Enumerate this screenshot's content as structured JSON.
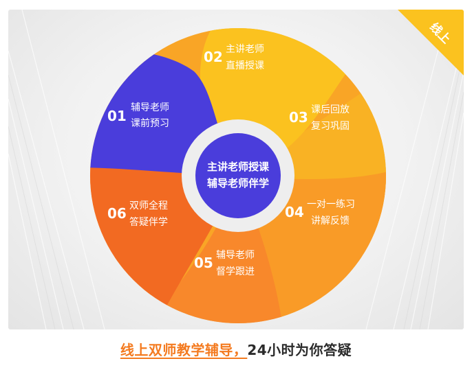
{
  "corner_badge": "线上",
  "center_label": [
    "主讲老师授课",
    "辅导老师伴学"
  ],
  "segments": [
    {
      "number": "01",
      "lines": [
        "辅导老师",
        "课前预习"
      ],
      "color": "#4a3ddb"
    },
    {
      "number": "02",
      "lines": [
        "主讲老师",
        "直播授课"
      ],
      "color": "#fbc21f"
    },
    {
      "number": "03",
      "lines": [
        "课后回放",
        "复习巩固"
      ],
      "color": "#f9b224"
    },
    {
      "number": "04",
      "lines": [
        "一对一练习",
        "讲解反馈"
      ],
      "color": "#f99b27"
    },
    {
      "number": "05",
      "lines": [
        "辅导老师",
        "督学跟进"
      ],
      "color": "#f8882b"
    },
    {
      "number": "06",
      "lines": [
        "双师全程",
        "答疑伴学"
      ],
      "color": "#f26a22"
    }
  ],
  "caption": {
    "highlight": "线上双师教学辅导，",
    "rest": "24小时为你答疑"
  },
  "colors": {
    "accent": "#f47a1f",
    "center": "#4a3ddb",
    "badge": "#fbc21f"
  }
}
